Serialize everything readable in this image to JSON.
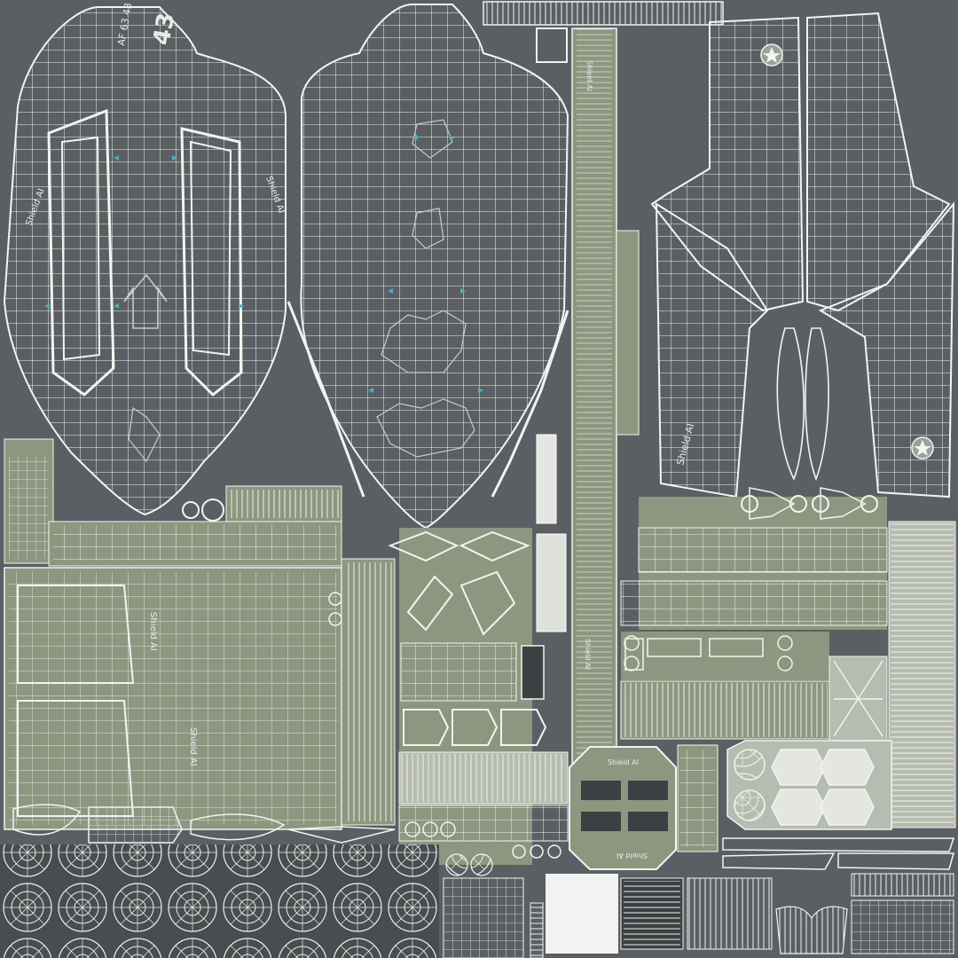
{
  "texture": {
    "background_color": "#5b5f63",
    "panel_color": "#8f9680",
    "panel_light_color": "#b7bcb0",
    "dark_strip_color": "#4a4d50",
    "wire_color": "#f2f4ef",
    "accent_color": "#3fb6c4"
  },
  "labels": {
    "tail_number": "43",
    "serial_code": "AF 63 43",
    "brand_left_nose": "Shield AI",
    "brand_wing": "Shield AI",
    "brand_fuselage_1": "Shield AI",
    "brand_fuselage_2": "Shield AI",
    "brand_spine": "Shield AI",
    "brand_spine_lower": "Shield AI",
    "brand_block_top": "Shield AI",
    "brand_block_bottom": "Shield AI"
  },
  "icons": {
    "wing_roundel_top": "star-roundel-icon",
    "wing_roundel_bottom": "star-roundel-icon",
    "brand_mark": "shield-logo-icon"
  }
}
